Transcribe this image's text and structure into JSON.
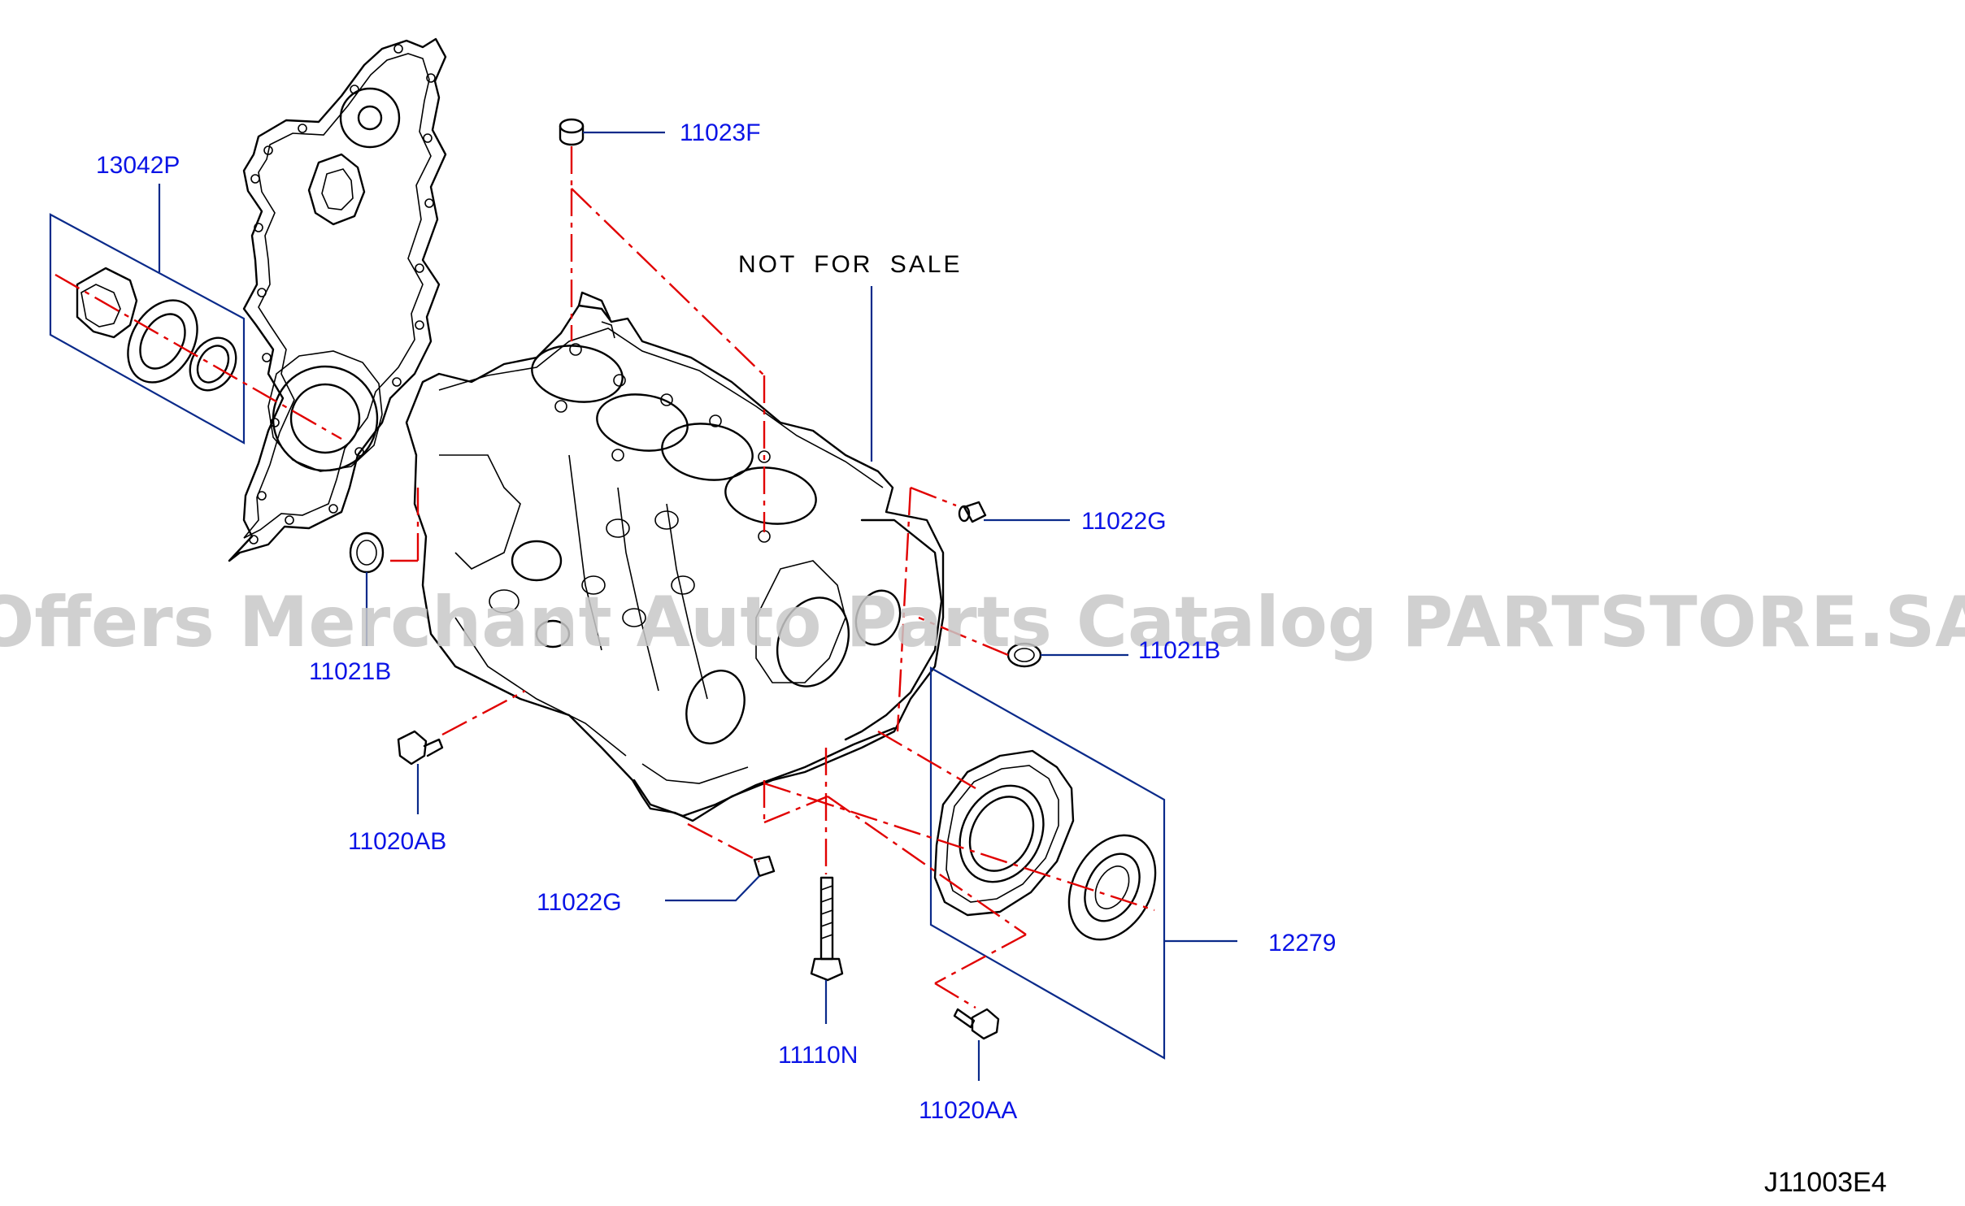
{
  "diagram": {
    "code": "J11003E4",
    "note": "NOT  FOR  SALE",
    "watermark": "Offers Merchant Auto Parts Catalog PARTSTORE.SA",
    "colors": {
      "label": "#0b14e6",
      "leader": "#0a2a8a",
      "centerline": "#e10000",
      "linework": "#000000",
      "watermark": "#c8c8c8"
    },
    "parts": {
      "p13042P": "13042P",
      "p11023F": "11023F",
      "p11022G_right": "11022G",
      "p11021B_right": "11021B",
      "p11021B_left": "11021B",
      "p11020AB": "11020AB",
      "p11022G_bottom": "11022G",
      "p12279": "12279",
      "p11110N": "11110N",
      "p11020AA": "11020AA"
    }
  }
}
